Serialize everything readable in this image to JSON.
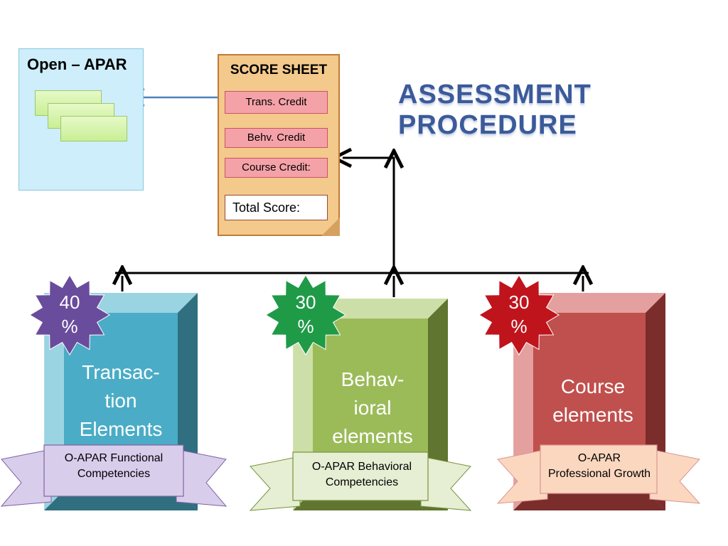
{
  "heading": "ASSESSMENT PROCEDURE",
  "open_apar": {
    "title": "Open – APAR"
  },
  "score_sheet": {
    "title": "SCORE SHEET",
    "items": [
      "Trans. Credit",
      "Behv. Credit",
      "Course Credit:"
    ],
    "total": "Total Score:"
  },
  "columns": [
    {
      "percent_line1": "40",
      "percent_line2": "%",
      "title_lines": [
        "Transac-",
        "tion",
        "Elements"
      ],
      "ribbon_lines": [
        "O-APAR  Functional",
        "Competencies"
      ],
      "colors": {
        "front": "#4aacc6",
        "side": "#2f6f80",
        "top": "#9ad3e2",
        "star": "#6a4c9c",
        "ribbon": "#d9cdec",
        "ribbon_border": "#8064a2"
      }
    },
    {
      "percent_line1": "30",
      "percent_line2": "%",
      "title_lines": [
        "Behav-",
        "ioral",
        "elements"
      ],
      "ribbon_lines": [
        "O-APAR Behavioral",
        "Competencies"
      ],
      "colors": {
        "front": "#9bbb59",
        "side": "#5f7530",
        "top": "#cddfa9",
        "star": "#1f9a47",
        "ribbon": "#e6eed3",
        "ribbon_border": "#77933c"
      }
    },
    {
      "percent_line1": "30",
      "percent_line2": "%",
      "title_lines": [
        "Course",
        "elements"
      ],
      "ribbon_lines": [
        "O-APAR",
        "Professional Growth"
      ],
      "colors": {
        "front": "#c0504d",
        "side": "#7a2d2b",
        "top": "#e3a09e",
        "star": "#c0141d",
        "ribbon": "#fbd7bf",
        "ribbon_border": "#d99694"
      }
    }
  ]
}
